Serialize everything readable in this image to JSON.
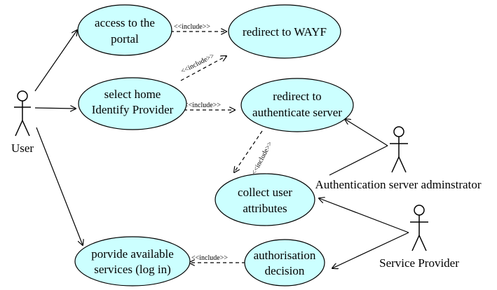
{
  "diagram": {
    "actors": {
      "user": "User",
      "auth_admin": "Authentication server adminstrator",
      "service_provider": "Service Provider"
    },
    "use_cases": {
      "access_portal": [
        "access to the",
        "portal"
      ],
      "redirect_wayf": [
        "redirect to WAYF"
      ],
      "select_home": [
        "select home",
        "Identify Provider"
      ],
      "redirect_auth": [
        "redirect to",
        "authenticate server"
      ],
      "collect_attrs": [
        "collect user",
        "attributes"
      ],
      "provide_services": [
        "porvide available",
        "services (log in)"
      ],
      "authorisation": [
        "authorisation",
        "decision"
      ]
    },
    "stereotype": "<<include>>",
    "colors": {
      "use_case_fill": "#ccffff",
      "line": "#000000"
    }
  }
}
